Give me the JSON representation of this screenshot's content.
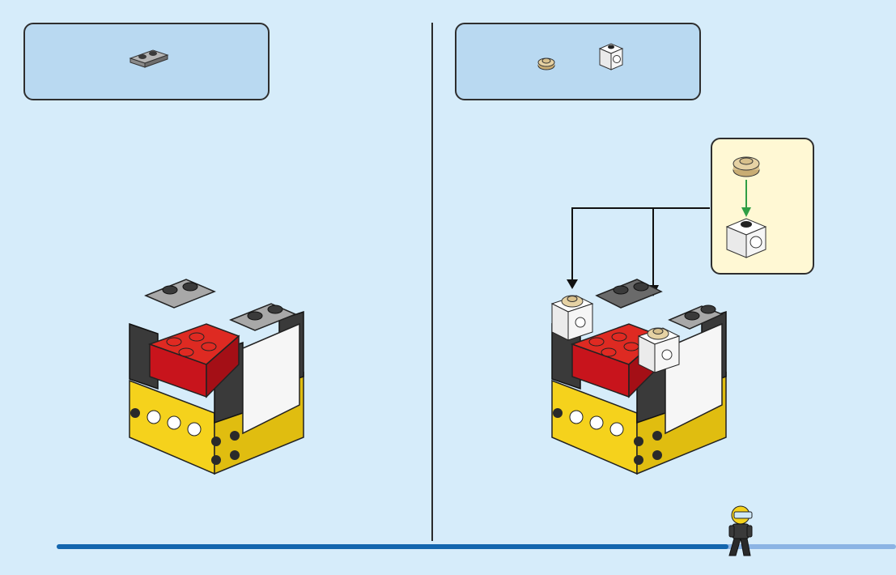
{
  "page": {
    "background": "#d6ecfa",
    "accent_dark_blue": "#1466ae",
    "accent_light_blue": "#8cb4e4"
  },
  "left_step": {
    "parts": [
      {
        "name": "plate-1x2-light-gray",
        "color": "#9a9a9a"
      }
    ]
  },
  "right_step": {
    "parts": [
      {
        "name": "round-plate-1x1-tan",
        "color": "#d8c08c"
      },
      {
        "name": "brick-1x1-with-hole-white",
        "color": "#f4f4f4"
      }
    ],
    "callout_background": "#fff8d4"
  },
  "progress": {
    "fraction": 0.8
  },
  "colors": {
    "red": "#c8141c",
    "yellow": "#f5d21c",
    "black": "#2a2a2a",
    "gray": "#8c8c8c",
    "white": "#f6f6f6",
    "tan": "#d8c08c"
  }
}
